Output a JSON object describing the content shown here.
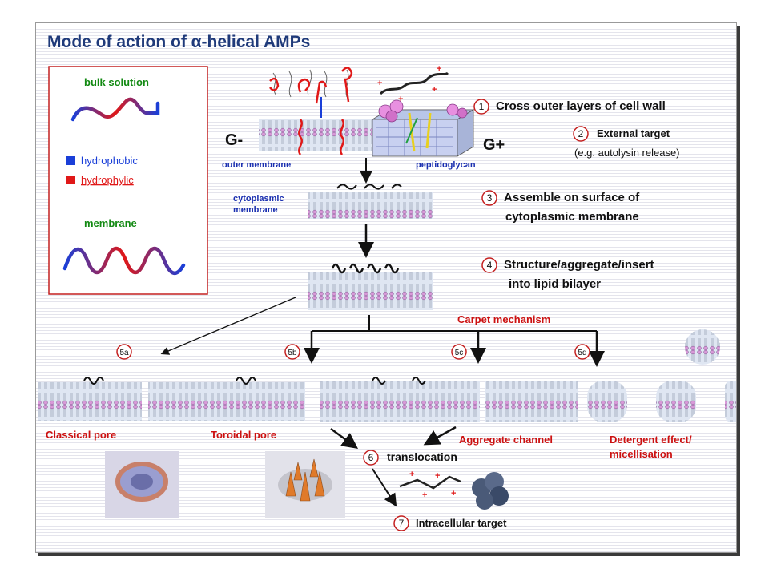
{
  "title": "Mode of action of α-helical AMPs",
  "legend": {
    "bulk_solution": "bulk solution",
    "hydrophobic": "hydrophobic",
    "hydrophylic": "hydrophylic",
    "membrane": "membrane"
  },
  "labels": {
    "g_minus": "G-",
    "g_plus": "G+",
    "outer_membrane": "outer membrane",
    "peptidoglycan": "peptidoglycan",
    "cytoplasmic_1": "cytoplasmic",
    "cytoplasmic_2": "membrane",
    "carpet": "Carpet mechanism"
  },
  "steps": [
    {
      "num": "1",
      "text": "Cross outer layers of cell wall"
    },
    {
      "num": "2",
      "text": "External target",
      "sub": "(e.g. autolysin release)"
    },
    {
      "num": "3",
      "text": "Assemble on surface of",
      "text2": "cytoplasmic membrane"
    },
    {
      "num": "4",
      "text": "Structure/aggregate/insert",
      "text2": "into lipid bilayer"
    },
    {
      "num": "5a"
    },
    {
      "num": "5b"
    },
    {
      "num": "5c"
    },
    {
      "num": "5d"
    },
    {
      "num": "6",
      "text": "translocation"
    },
    {
      "num": "7",
      "text": "Intracellular target"
    }
  ],
  "mechanisms": {
    "classical": "Classical pore",
    "toroidal": "Toroidal pore",
    "aggregate": "Aggregate channel",
    "detergent_1": "Detergent effect/",
    "detergent_2": "micellisation"
  },
  "colors": {
    "title": "#1f3a7a",
    "hydrophobic": "#1a3fd8",
    "hydrophylic": "#e01818",
    "legend_green": "#138a13",
    "mechanism_red": "#cc1111",
    "label_blue": "#1a2fb0",
    "lipid_head": "#d89ad8",
    "bilayer_fill": "#c8d4e8"
  }
}
